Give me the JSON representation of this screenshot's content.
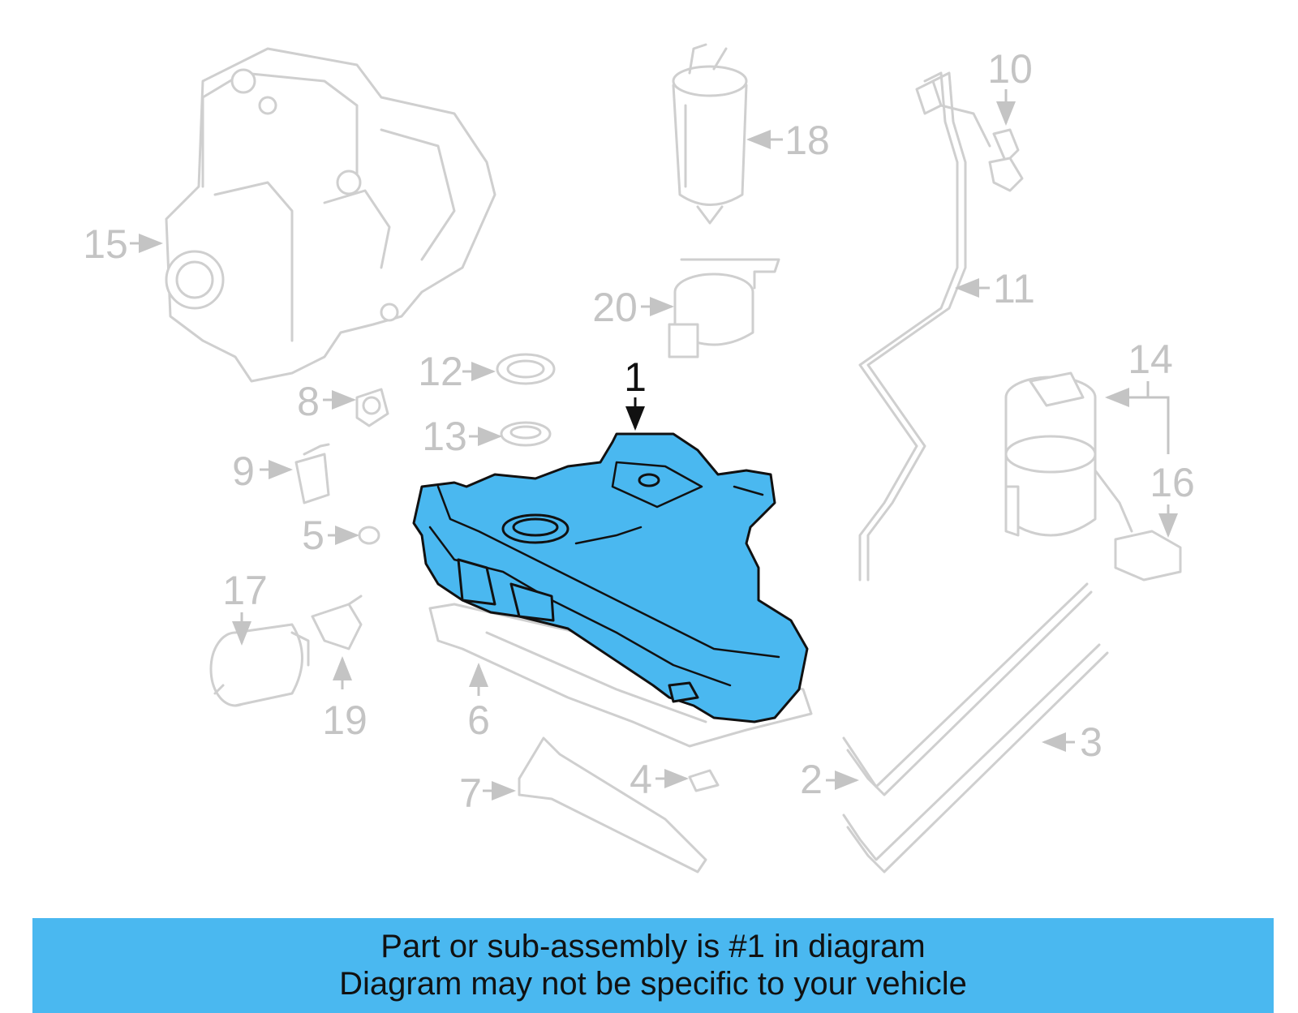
{
  "diagram": {
    "highlight_color": "#4ab8f0",
    "callouts": [
      {
        "id": "c1",
        "label": "1"
      },
      {
        "id": "c2",
        "label": "2"
      },
      {
        "id": "c3",
        "label": "3"
      },
      {
        "id": "c4",
        "label": "4"
      },
      {
        "id": "c5",
        "label": "5"
      },
      {
        "id": "c6",
        "label": "6"
      },
      {
        "id": "c7",
        "label": "7"
      },
      {
        "id": "c8",
        "label": "8"
      },
      {
        "id": "c9",
        "label": "9"
      },
      {
        "id": "c10",
        "label": "10"
      },
      {
        "id": "c11",
        "label": "11"
      },
      {
        "id": "c12",
        "label": "12"
      },
      {
        "id": "c13",
        "label": "13"
      },
      {
        "id": "c14",
        "label": "14"
      },
      {
        "id": "c15",
        "label": "15"
      },
      {
        "id": "c16",
        "label": "16"
      },
      {
        "id": "c17",
        "label": "17"
      },
      {
        "id": "c18",
        "label": "18"
      },
      {
        "id": "c19",
        "label": "19"
      },
      {
        "id": "c20",
        "label": "20"
      }
    ]
  },
  "banner": {
    "line1": "Part or sub-assembly is #1 in diagram",
    "line2": "Diagram may not be specific to your vehicle",
    "background": "#4ab8f0"
  }
}
